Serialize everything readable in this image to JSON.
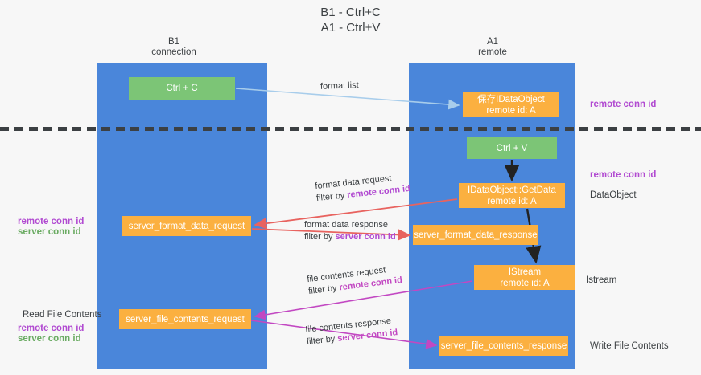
{
  "title": {
    "line1": "B1 - Ctrl+C",
    "line2": "A1 - Ctrl+V"
  },
  "columns": [
    {
      "id": "b1",
      "name": "B1",
      "role": "connection"
    },
    {
      "id": "a1",
      "name": "A1",
      "role": "remote"
    }
  ],
  "nodes": {
    "ctrl_c": {
      "line1": "Ctrl + C",
      "line2": "",
      "color": "#7cc576"
    },
    "idataobject": {
      "line1": "保存IDataObject",
      "line2": "remote id: A",
      "color": "#fbb040"
    },
    "ctrl_v": {
      "line1": "Ctrl + V",
      "line2": "",
      "color": "#7cc576"
    },
    "getdata": {
      "line1": "IDataObject::GetData",
      "line2": "remote id: A",
      "color": "#fbb040"
    },
    "format_req": {
      "line1": "server_format_data_request",
      "line2": "",
      "color": "#fbb040"
    },
    "format_resp": {
      "line1": "server_format_data_response",
      "line2": "",
      "color": "#fbb040"
    },
    "istream": {
      "line1": "IStream",
      "line2": "remote id: A",
      "color": "#fbb040"
    },
    "file_req": {
      "line1": "server_file_contents_request",
      "line2": "",
      "color": "#fbb040"
    },
    "file_resp": {
      "line1": "server_file_contents_response",
      "line2": "",
      "color": "#fbb040"
    }
  },
  "edges": {
    "format_list": {
      "line1": "format list",
      "line2_prefix": "",
      "line2_key": ""
    },
    "format_data_request": {
      "line1": "format data request",
      "line2_prefix": "filter by ",
      "line2_key": "remote conn id"
    },
    "format_data_response": {
      "line1": "format data response",
      "line2_prefix": "filter by ",
      "line2_key": "server conn id"
    },
    "file_contents_request": {
      "line1": "file contents request",
      "line2_prefix": "filter by ",
      "line2_key": "remote conn id"
    },
    "file_contents_response": {
      "line1": "file contents response",
      "line2_prefix": "filter by ",
      "line2_key": "server conn id"
    }
  },
  "annotations": {
    "right": {
      "remote_conn_id_top": "remote conn id",
      "remote_conn_id_mid": "remote conn id",
      "dataobject": "DataObject",
      "istream": "Istream",
      "write_file_contents": "Write File Contents"
    },
    "left": {
      "remote_conn_id_1": "remote conn id",
      "server_conn_id_1": "server conn id",
      "read_file_contents": "Read File Contents",
      "remote_conn_id_2": "remote conn id",
      "server_conn_id_2": "server conn id"
    }
  },
  "colors": {
    "lane": "#4a86da",
    "green_node": "#7cc576",
    "orange_node": "#fbb040",
    "purple_text": "#b14ad1",
    "green_text": "#6aab62",
    "arrow_light_blue": "#a8cdeb",
    "arrow_red": "#e8635f",
    "arrow_magenta": "#c248c2",
    "arrow_black": "#222222",
    "divider": "#3c4043",
    "background": "#f7f7f7"
  }
}
